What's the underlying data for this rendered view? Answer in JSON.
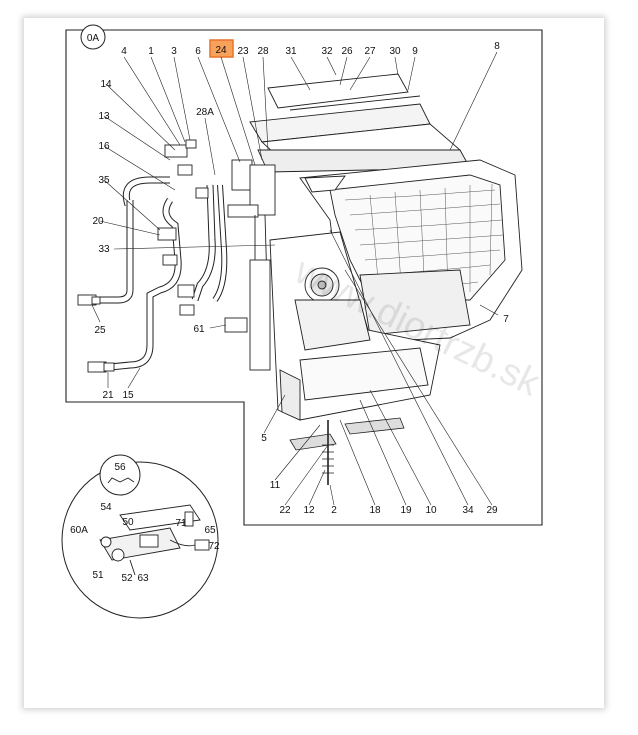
{
  "diagram": {
    "callouts": {
      "c0a": "0A",
      "c4": "4",
      "c1": "1",
      "c3": "3",
      "c6": "6",
      "c24": "24",
      "c23": "23",
      "c28": "28",
      "c31": "31",
      "c32": "32",
      "c26": "26",
      "c27": "27",
      "c30": "30",
      "c9": "9",
      "c8": "8",
      "c14": "14",
      "c28a": "28A",
      "c13": "13",
      "c16": "16",
      "c35": "35",
      "c20": "20",
      "c33": "33",
      "c25": "25",
      "c61": "61",
      "c21": "21",
      "c15": "15",
      "c7": "7",
      "c5": "5",
      "c11": "11",
      "c22": "22",
      "c12": "12",
      "c2": "2",
      "c18": "18",
      "c19": "19",
      "c10": "10",
      "c34": "34",
      "c29": "29"
    },
    "inset": {
      "c56": "56",
      "c54": "54",
      "c50": "50",
      "c71": "71",
      "c65": "65",
      "c60a": "60A",
      "c72": "72",
      "c51": "51",
      "c52": "52",
      "c63": "63"
    },
    "highlight_color": "#e8722a",
    "watermark": "www.diortrzb.sk"
  }
}
